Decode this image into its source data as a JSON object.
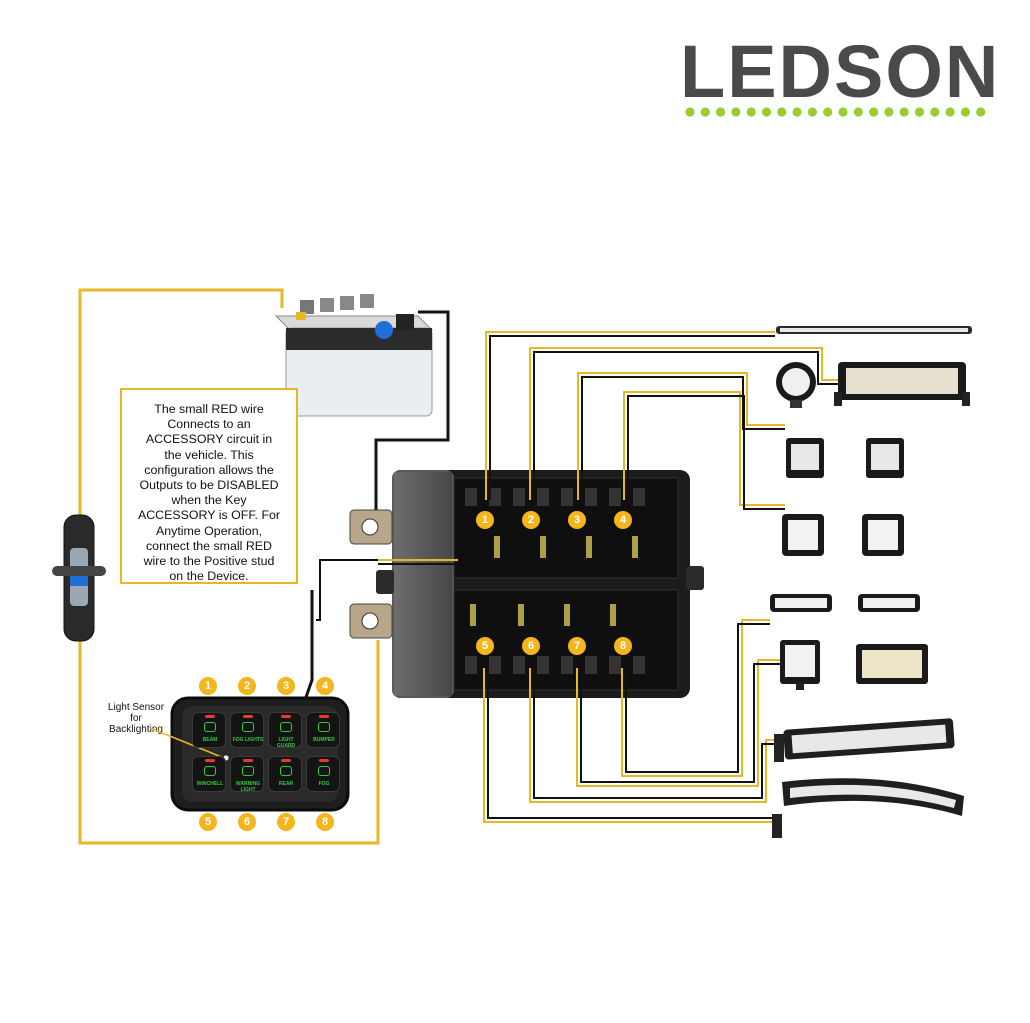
{
  "brand": {
    "name": "LEDSON",
    "text_color": "#4a4a4a",
    "dot_color": "#9acd32",
    "dot_count": 20
  },
  "info_box": {
    "lines": [
      "The small RED wire",
      "Connects to an",
      "ACCESSORY circuit in",
      "the vehicle. This",
      "configuration allows the",
      "Outputs to be DISABLED",
      "when the Key",
      "ACCESSORY is OFF. For",
      "Anytime Operation,",
      "connect the small RED",
      "wire to the Positive stud",
      "on the Device."
    ]
  },
  "sensor_label": [
    "Light Sensor",
    "for",
    "Backlighting"
  ],
  "switch_panel": {
    "top_numbers": [
      "1",
      "2",
      "3",
      "4"
    ],
    "bottom_numbers": [
      "5",
      "6",
      "7",
      "8"
    ],
    "buttons": [
      {
        "label": "BEAM",
        "icon": "headlight-icon"
      },
      {
        "label": "FOG LIGHTS",
        "icon": "fog-light-icon"
      },
      {
        "label": "LIGHT GUARD",
        "icon": "light-bar-icon"
      },
      {
        "label": "BUMPER",
        "icon": "bumper-light-icon"
      },
      {
        "label": "WINCHELL",
        "icon": "high-beam-icon"
      },
      {
        "label": "WARNING LIGHT",
        "icon": "warning-light-icon"
      },
      {
        "label": "REAR",
        "icon": "rear-light-icon"
      },
      {
        "label": "FOG",
        "icon": "fog-icon"
      }
    ]
  },
  "controller": {
    "outputs_top": [
      "1",
      "2",
      "3",
      "4"
    ],
    "outputs_bottom": [
      "5",
      "6",
      "7",
      "8"
    ]
  },
  "colors": {
    "wire_yellow": "#e5b824",
    "wire_black": "#111111",
    "badge_orange": "#f5b51c",
    "button_green": "#2ecc40",
    "button_red_led": "#e53a2c"
  }
}
